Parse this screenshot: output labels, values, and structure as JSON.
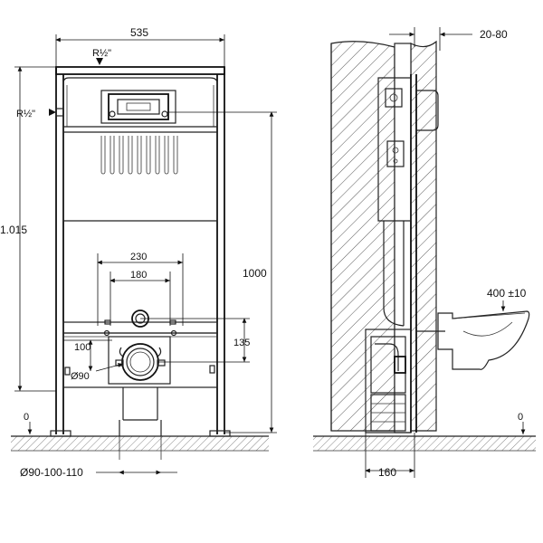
{
  "front_view": {
    "width_label": "535",
    "inlet_top_label": "R½\"",
    "inlet_side_label": "R½\"",
    "height_total_label": "1.015",
    "height_frame_label": "1000",
    "spacing_230_label": "230",
    "spacing_180_label": "180",
    "height_100_label": "100",
    "height_135_label": "135",
    "outlet_diameter_label": "Ø90",
    "pipe_diameter_label": "Ø90-100-110",
    "floor_zero_label": "0"
  },
  "side_view": {
    "depth_label": "20-80",
    "bowl_height_label": "400 ±10",
    "frame_depth_label": "160",
    "floor_zero_label": "0"
  }
}
